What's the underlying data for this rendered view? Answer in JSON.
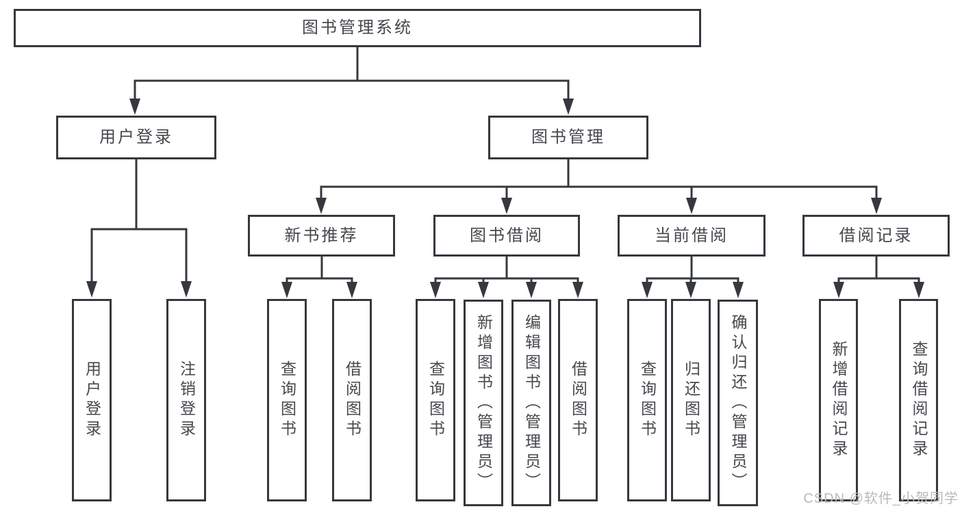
{
  "diagram_title": "图书管理系统",
  "nodes": {
    "root": "图书管理系统",
    "user_login": "用户登录",
    "book_mgmt": "图书管理",
    "new_book_rec": "新书推荐",
    "book_borrow": "图书借阅",
    "current_borrow": "当前借阅",
    "borrow_records": "借阅记录",
    "ul_user_login": "用户登录",
    "ul_logout": "注销登录",
    "nb_query_book": "查询图书",
    "nb_borrow_book": "借阅图书",
    "bb_query_book": "查询图书",
    "bb_add_book": "新增图书（管理员）",
    "bb_edit_book": "编辑图书（管理员）",
    "bb_borrow_book": "借阅图书",
    "cb_query_book": "查询图书",
    "cb_return_book": "归还图书",
    "cb_confirm_return": "确认归还（管理员）",
    "br_add_record": "新增借阅记录",
    "br_query_record": "查询借阅记录"
  },
  "watermark": "CSDN @软件_小贺同学",
  "colors": {
    "line": "#35383d",
    "text": "#45484d",
    "background": "#ffffff",
    "watermark": "#b7bbbf"
  }
}
